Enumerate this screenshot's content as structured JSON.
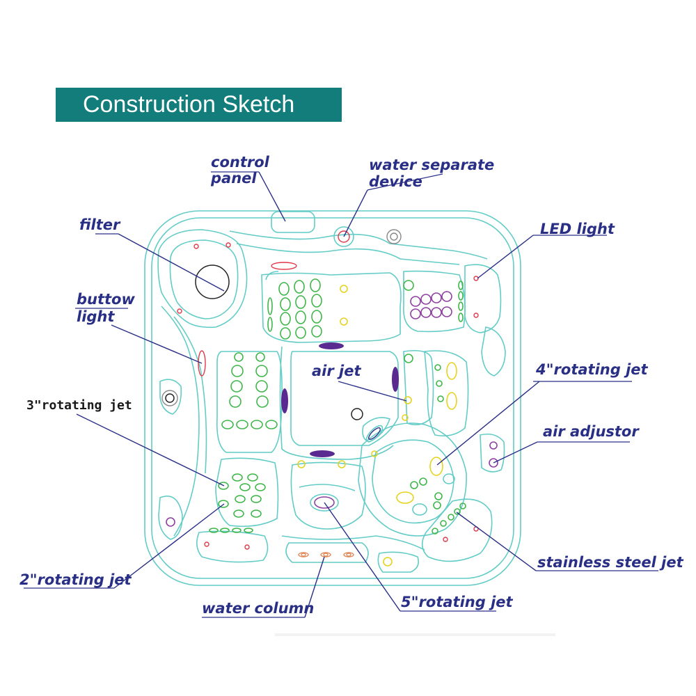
{
  "title": "Construction Sketch",
  "labels": {
    "control_panel_line1": "control",
    "control_panel_line2": "panel",
    "water_separate_line1": "water separate",
    "water_separate_line2": "device",
    "filter": "filter",
    "led_light": "LED light",
    "buttow_light_line1": "buttow",
    "buttow_light_line2": "light",
    "air_jet": "air jet",
    "rotating_jet_4": "4\"rotating jet",
    "rotating_jet_3": "3\"rotating jet",
    "air_adjustor": "air adjustor",
    "rotating_jet_2": "2\"rotating jet",
    "stainless_steel_jet": "stainless steel jet",
    "water_column": "water column",
    "rotating_jet_5": "5\"rotating jet"
  },
  "colors": {
    "banner": "#137d7b",
    "outline": "#63ccc6",
    "label": "#2a2f86",
    "jet_green": "#3fb64a",
    "jet_yellow": "#e5d31f",
    "jet_purple": "#8e3fa0",
    "light_red": "#e03a4a",
    "air_jet_fill": "#5a2a90"
  }
}
